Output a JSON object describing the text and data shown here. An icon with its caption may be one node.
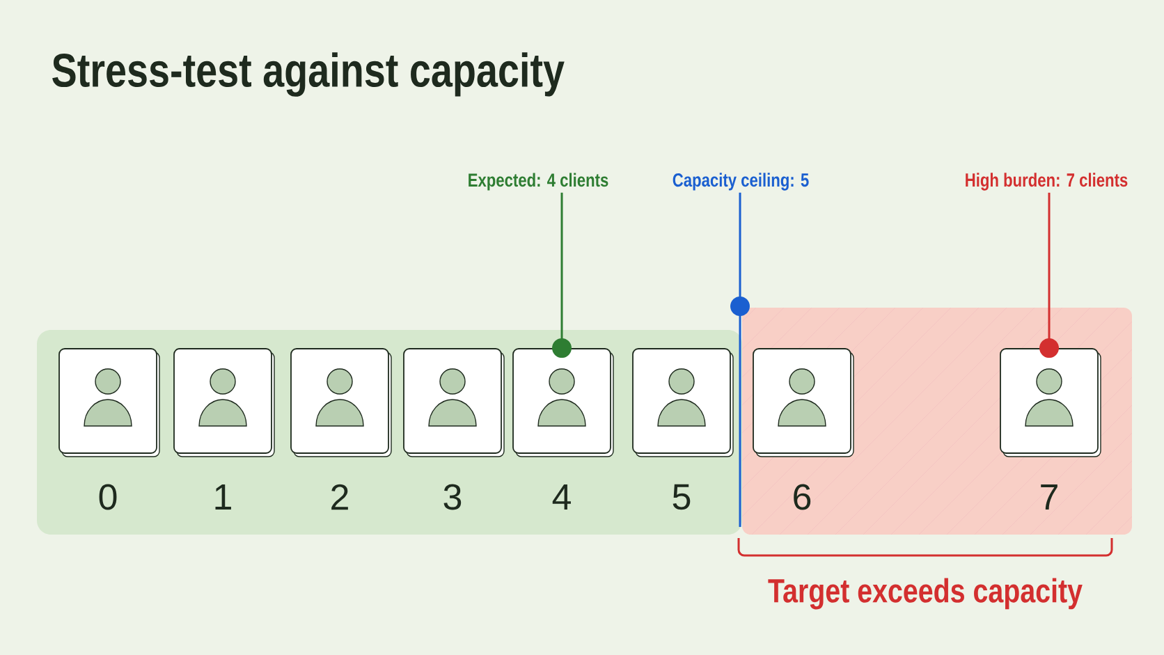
{
  "diagram": {
    "title": "Stress-test against capacity",
    "nodes": [
      {
        "text": [],
        "shape": "box",
        "beside": [
          "0"
        ]
      },
      {
        "text": [],
        "shape": "box",
        "beside": [
          "1"
        ]
      },
      {
        "text": [],
        "shape": "box",
        "beside": [
          "2"
        ]
      },
      {
        "text": [],
        "shape": "box",
        "beside": [
          "3"
        ]
      },
      {
        "text": [],
        "shape": "box",
        "beside": [
          "4"
        ]
      },
      {
        "text": [],
        "shape": "box",
        "beside": [
          "5"
        ]
      },
      {
        "text": [],
        "shape": "box",
        "beside": [
          "6"
        ]
      },
      {
        "text": [],
        "shape": "box",
        "beside": [
          "7"
        ]
      },
      {
        "text": [
          "Expected: 4 clients"
        ]
      },
      {
        "text": [
          "Capacity ceiling: 5"
        ]
      },
      {
        "text": [
          "High burden: 7 clients"
        ]
      }
    ],
    "edges": [
      {
        "from": 8,
        "to": 4,
        "arrow": "other",
        "color": "#2e7d32"
      },
      {
        "from": 9,
        "to": null,
        "arrow": "none",
        "color": "#1a5fd0"
      },
      {
        "from": 10,
        "to": 7,
        "arrow": "other",
        "color": "#d32f2f"
      }
    ],
    "labels": [
      "Target exceeds capacity"
    ]
  }
}
